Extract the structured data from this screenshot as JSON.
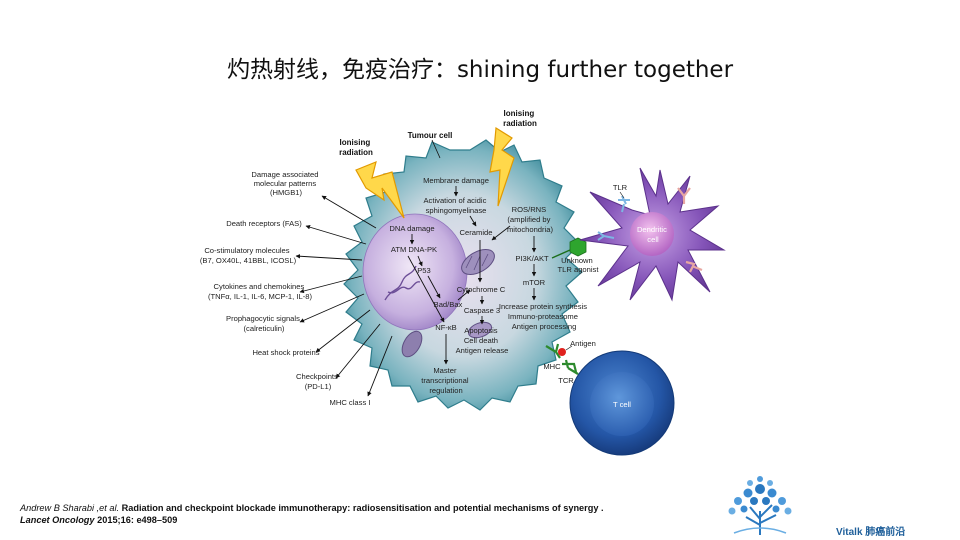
{
  "slide": {
    "title": "灼热射线，免疫治疗：shining further together"
  },
  "diagram": {
    "top_labels": {
      "tumour_cell": "Tumour cell",
      "ionising_1": [
        "Ionising",
        "radiation"
      ],
      "ionising_2": [
        "Ionising",
        "radiation"
      ]
    },
    "left_labels": [
      [
        "Damage associated",
        "molecular patterns",
        "(HMGB1)"
      ],
      [
        "Death receptors (FAS)"
      ],
      [
        "Co-stimulatory molecules",
        "(B7, OX40L, 41BBL, ICOSL)"
      ],
      [
        "Cytokines and chemokines",
        "(TNFα, IL-1, IL-6, MCP-1, IL-8)"
      ],
      [
        "Prophagocytic signals",
        "(calreticulin)"
      ],
      [
        "Heat shock proteins"
      ],
      [
        "Checkpoints",
        "(PD-L1)"
      ],
      [
        "MHC class I"
      ]
    ],
    "inner_labels": {
      "membrane_damage": "Membrane damage",
      "acid_sphingo": [
        "Activation of acidic",
        "sphingomyelinase"
      ],
      "ceramide": "Ceramide",
      "dna_damage": "DNA damage",
      "atm": "ATM DNA-PK",
      "p53": "P53",
      "bad_bax": "Bad/Bax",
      "cyt_c": "Cytochrome C",
      "casp3": "Caspase 3",
      "apoptosis": [
        "Apoptosis",
        "Cell death",
        "Antigen release"
      ],
      "nfkb": "NF-κB",
      "master": [
        "Master",
        "transcriptional",
        "regulation"
      ],
      "ros": [
        "ROS/RNS",
        "(amplified by",
        "mitochondria)"
      ],
      "pi3k": "PI3K/AKT",
      "mtor": "mTOR",
      "protein": [
        "Increase protein synthesis",
        "Immuno-proteasome",
        "Antigen processing"
      ]
    },
    "right_labels": {
      "tlr": "TLR",
      "dendritic": [
        "Dendritic",
        "cell"
      ],
      "unknown_tlr": [
        "Unknown",
        "TLR agonist"
      ],
      "antigen": "Antigen",
      "mhc": "MHC",
      "tcr": "TCR",
      "tcell": "T cell"
    }
  },
  "citation": {
    "authors": "Andrew B Sharabi ,et al.",
    "article": "Radiation and checkpoint blockade immunotherapy: radiosensitisation and potential mechanisms of synergy .",
    "journal": "Lancet Oncology",
    "ref": "2015;16: e498–509"
  },
  "brand": {
    "name": "Vitalk 肺癌前沿"
  },
  "colors": {
    "tumour_outer": "#5fa7b3",
    "nucleus": "#b9a3d6",
    "dendritic": "#7a4fb0",
    "tcell": "#2c64b4",
    "lightning": "#f0b400",
    "brand_blue": "#2a78bf"
  }
}
